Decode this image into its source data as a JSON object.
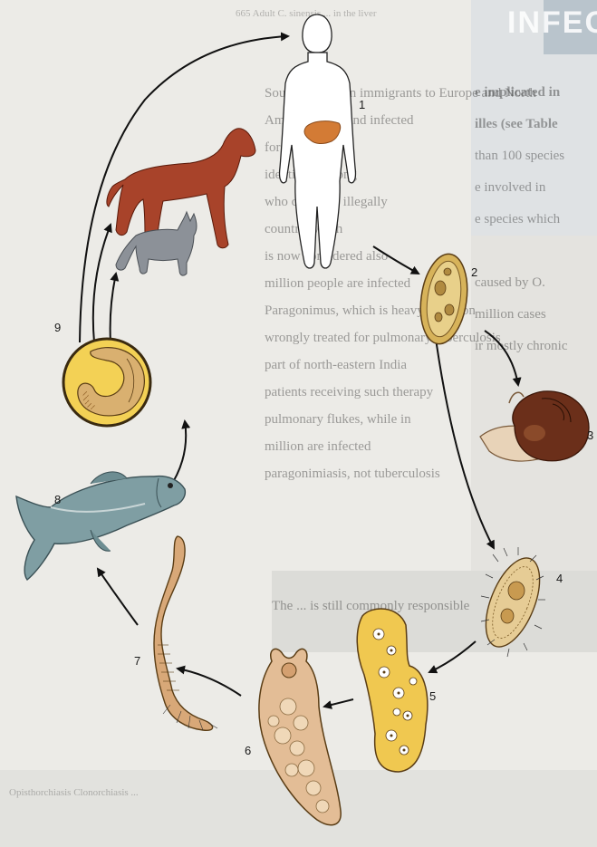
{
  "stages": [
    {
      "number": "1"
    },
    {
      "number": "2"
    },
    {
      "number": "3"
    },
    {
      "number": "4"
    },
    {
      "number": "5"
    },
    {
      "number": "6"
    },
    {
      "number": "7"
    },
    {
      "number": "8"
    },
    {
      "number": "9"
    }
  ],
  "background_text": {
    "heading": "INFECTIONS",
    "top_line": "665  Adult C. sinensis  ... in the liver",
    "col_left": [
      "e implicated in",
      "illes (see Table",
      "than 100 species",
      "e involved in",
      "e species which",
      "caused by O.",
      "million cases",
      "ir mostly chronic"
    ],
    "col_main": [
      "South-east Asian immigrants to Europe and North",
      "America are found infected",
      "for Clonorchis",
      "identified among",
      "who consume illegally",
      "country which",
      "is now considered also",
      "million people are infected",
      "Paragonimus, which is heavy infection",
      "wrongly treated for pulmonary tuberculosis",
      "part of north-eastern India",
      "patients receiving such therapy",
      "pulmonary flukes, while in",
      "million are infected",
      "paragonimiasis, not tuberculosis"
    ],
    "mid_line": "The ... is still commonly responsible",
    "bottom_line": "Opisthorchiasis  Clonorchiasis  ..."
  },
  "colors": {
    "dog": "#a8432a",
    "cat": "#8c9198",
    "fish": "#7f9ea3",
    "liver": "#d37b35",
    "snail": "#6b2f1a",
    "egg": "#d7b35a",
    "sporocyst": "#f0c850",
    "redia": "#e3bd96",
    "cercaria": "#d8a878",
    "cyst": "#f3d155"
  }
}
